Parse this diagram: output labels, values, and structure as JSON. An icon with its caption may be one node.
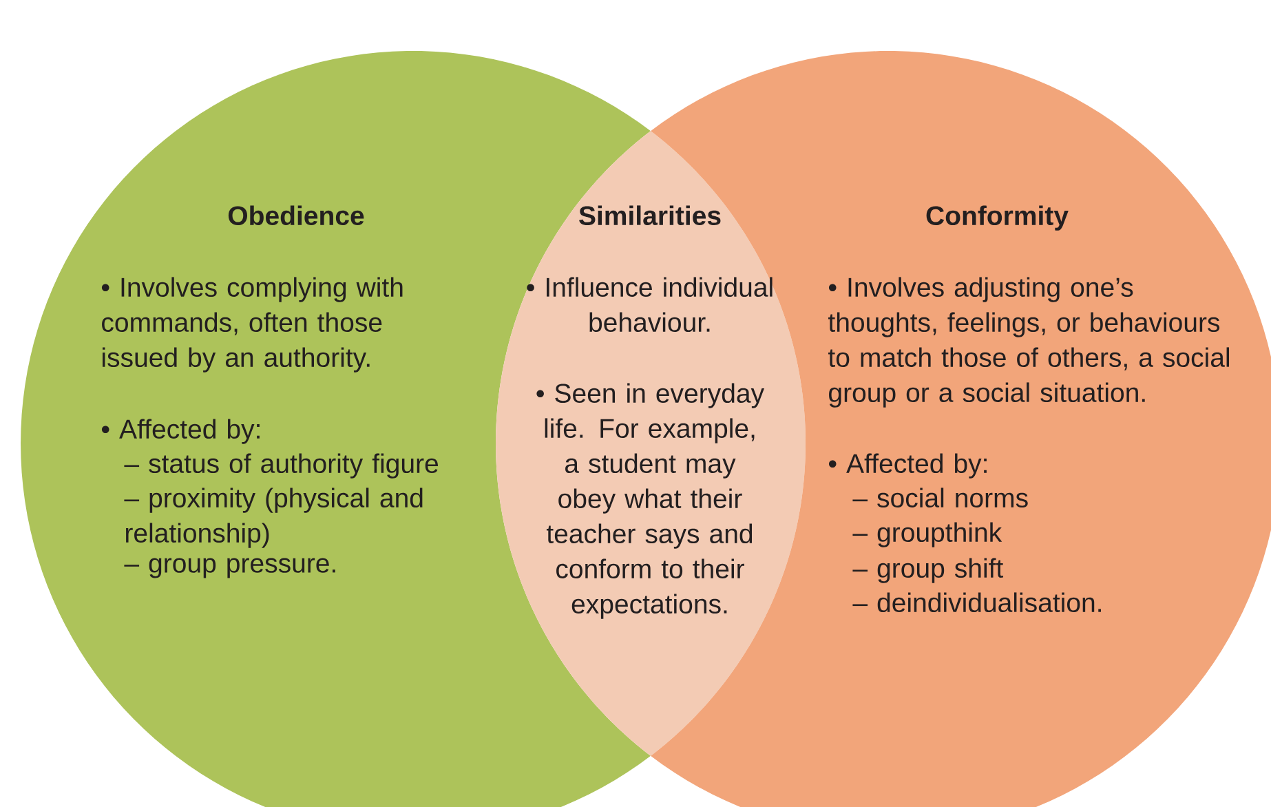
{
  "diagram": {
    "nodes": [
      {
        "text": [
          "Obedience",
          "• Involves complying with commands, often those issued by an authority.",
          "• Affected by:",
          "– status of authority figure",
          "– proximity (physical and relationship)",
          "– group pressure."
        ]
      },
      {
        "text": [
          "Similarities",
          "• Influence individual behaviour.",
          "• Seen in everyday life. For example, a student may obey what their teacher says and conform to their expectations."
        ]
      },
      {
        "text": [
          "Conformity",
          "• Involves adjusting one’s thoughts, feelings, or behaviours to match those of others, a social group or a social situation.",
          "• Affected by:",
          "– social norms",
          "– groupthink",
          "– group shift",
          "– deindividualisation."
        ]
      }
    ]
  }
}
